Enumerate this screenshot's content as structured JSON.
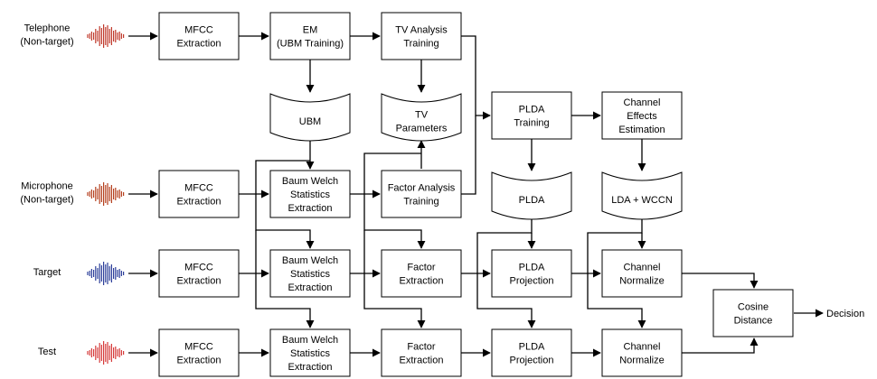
{
  "sources": {
    "telephone": [
      "Telephone",
      "(Non-target)"
    ],
    "microphone": [
      "Microphone",
      "(Non-target)"
    ],
    "target": [
      "Target"
    ],
    "test": [
      "Test"
    ]
  },
  "processes": {
    "mfcc_tel": [
      "MFCC",
      "Extraction"
    ],
    "em": [
      "EM",
      "(UBM Training)"
    ],
    "tv_analysis": [
      "TV Analysis",
      "Training"
    ],
    "plda_training": [
      "PLDA",
      "Training"
    ],
    "channel_effects": [
      "Channel",
      "Effects",
      "Estimation"
    ],
    "mfcc_mic": [
      "MFCC",
      "Extraction"
    ],
    "bw_mic": [
      "Baum Welch",
      "Statistics",
      "Extraction"
    ],
    "factor_training": [
      "Factor Analysis",
      "Training"
    ],
    "mfcc_target": [
      "MFCC",
      "Extraction"
    ],
    "bw_target": [
      "Baum Welch",
      "Statistics",
      "Extraction"
    ],
    "factor_target": [
      "Factor",
      "Extraction"
    ],
    "plda_proj_target": [
      "PLDA",
      "Projection"
    ],
    "channel_norm_target": [
      "Channel",
      "Normalize"
    ],
    "cosine": [
      "Cosine",
      "Distance"
    ],
    "mfcc_test": [
      "MFCC",
      "Extraction"
    ],
    "bw_test": [
      "Baum Welch",
      "Statistics",
      "Extraction"
    ],
    "factor_test": [
      "Factor",
      "Extraction"
    ],
    "plda_proj_test": [
      "PLDA",
      "Projection"
    ],
    "channel_norm_test": [
      "Channel",
      "Normalize"
    ]
  },
  "stores": {
    "ubm": [
      "UBM"
    ],
    "tv_params": [
      "TV",
      "Parameters"
    ],
    "plda": [
      "PLDA"
    ],
    "lda_wccn": [
      "LDA + WCCN"
    ]
  },
  "output": {
    "decision": "Decision"
  },
  "colors": {
    "telephone_wave": "#c0392b",
    "microphone_wave": "#b5401e",
    "target_wave": "#2c3e9a",
    "test_wave": "#d63a3a"
  }
}
